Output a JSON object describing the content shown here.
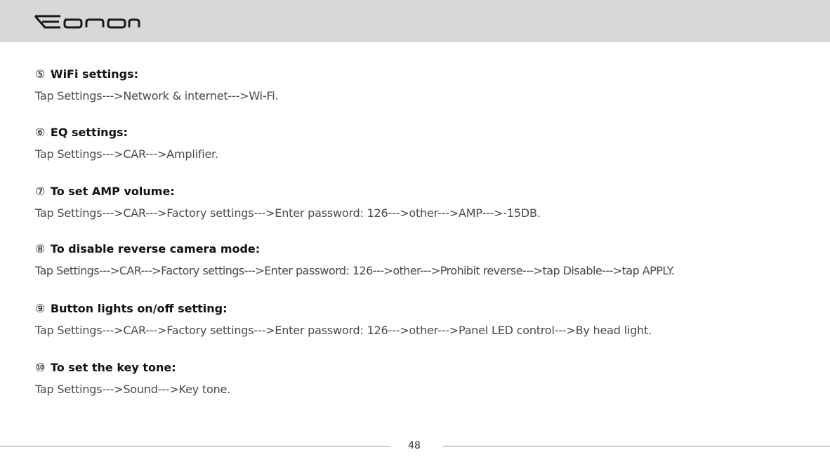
{
  "header": {
    "brand": "Eonon"
  },
  "sections": [
    {
      "num": "⑤",
      "title": "WiFi settings:",
      "text": "Tap Settings--->Network & internet--->Wi-Fi."
    },
    {
      "num": "⑥",
      "title": "EQ settings:",
      "text": "Tap Settings--->CAR--->Amplifier."
    },
    {
      "num": "⑦",
      "title": "To set AMP volume:",
      "text": "Tap Settings--->CAR--->Factory settings--->Enter password: 126--->other--->AMP--->-15DB."
    },
    {
      "num": "⑧",
      "title": "To disable reverse camera mode:",
      "text": "Tap Settings--->CAR--->Factory settings--->Enter password: 126--->other--->Prohibit reverse--->tap Disable--->tap APPLY."
    },
    {
      "num": "⑨",
      "title": "Button lights on/off setting:",
      "text": "Tap Settings--->CAR--->Factory settings--->Enter password: 126--->other--->Panel LED control--->By head light."
    },
    {
      "num": "⑩",
      "title": "To set the key tone:",
      "text": "Tap Settings--->Sound--->Key tone."
    }
  ],
  "footer": {
    "page_number": "48"
  },
  "colors": {
    "header_band": "#d8d8d8",
    "logo": "#1a1a1a",
    "title_text": "#111111",
    "body_text": "#4a4a4a",
    "rule": "#9a9a9a"
  }
}
